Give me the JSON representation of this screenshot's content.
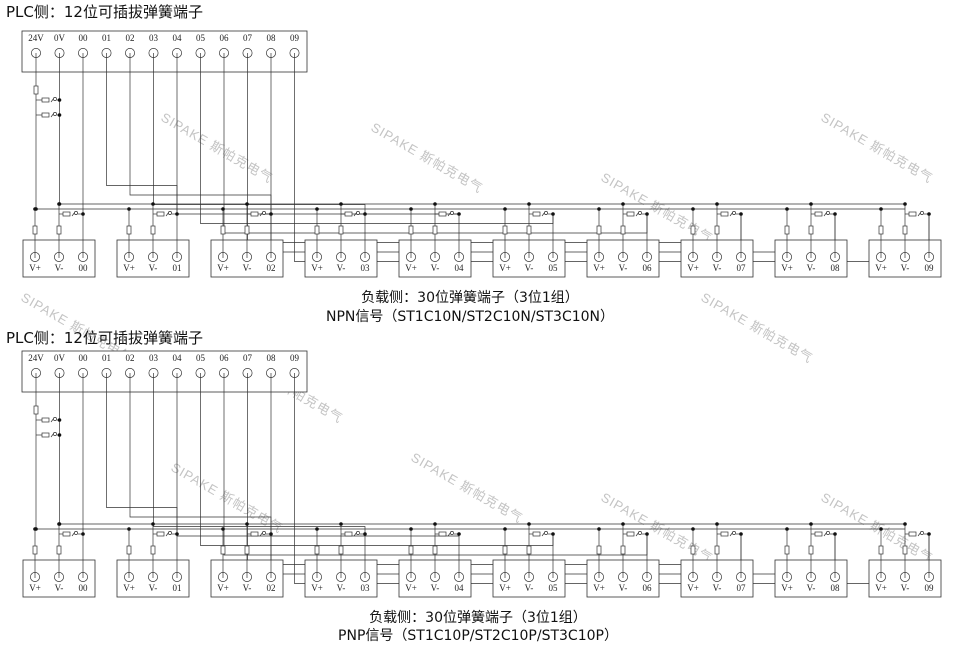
{
  "watermark": "SIPAKE 斯帕克电气",
  "sections": [
    {
      "id": "npn",
      "header": "PLC侧：12位可插拔弹簧端子",
      "plc_terminals": [
        "24V",
        "0V",
        "00",
        "01",
        "02",
        "03",
        "04",
        "05",
        "06",
        "07",
        "08",
        "09"
      ],
      "groups": [
        {
          "labels": [
            "V+",
            "V-",
            "00"
          ]
        },
        {
          "labels": [
            "V+",
            "V-",
            "01"
          ]
        },
        {
          "labels": [
            "V+",
            "V-",
            "02"
          ]
        },
        {
          "labels": [
            "V+",
            "V-",
            "03"
          ]
        },
        {
          "labels": [
            "V+",
            "V-",
            "04"
          ]
        },
        {
          "labels": [
            "V+",
            "V-",
            "05"
          ]
        },
        {
          "labels": [
            "V+",
            "V-",
            "06"
          ]
        },
        {
          "labels": [
            "V+",
            "V-",
            "07"
          ]
        },
        {
          "labels": [
            "V+",
            "V-",
            "08"
          ]
        },
        {
          "labels": [
            "V+",
            "V-",
            "09"
          ]
        }
      ],
      "caption_line1": "负载侧：30位弹簧端子（3位1组）",
      "caption_line2": "NPN信号（ST1C10N/ST2C10N/ST3C10N）"
    },
    {
      "id": "pnp",
      "header": "PLC侧：12位可插拔弹簧端子",
      "plc_terminals": [
        "24V",
        "0V",
        "00",
        "01",
        "02",
        "03",
        "04",
        "05",
        "06",
        "07",
        "08",
        "09"
      ],
      "groups": [
        {
          "labels": [
            "V+",
            "V-",
            "00"
          ]
        },
        {
          "labels": [
            "V+",
            "V-",
            "01"
          ]
        },
        {
          "labels": [
            "V+",
            "V-",
            "02"
          ]
        },
        {
          "labels": [
            "V+",
            "V-",
            "03"
          ]
        },
        {
          "labels": [
            "V+",
            "V-",
            "04"
          ]
        },
        {
          "labels": [
            "V+",
            "V-",
            "05"
          ]
        },
        {
          "labels": [
            "V+",
            "V-",
            "06"
          ]
        },
        {
          "labels": [
            "V+",
            "V-",
            "07"
          ]
        },
        {
          "labels": [
            "V+",
            "V-",
            "08"
          ]
        },
        {
          "labels": [
            "V+",
            "V-",
            "09"
          ]
        }
      ],
      "caption_line1": "负载侧：30位弹簧端子（3位1组）",
      "caption_line2": "PNP信号（ST1C10P/ST2C10P/ST3C10P）"
    }
  ]
}
